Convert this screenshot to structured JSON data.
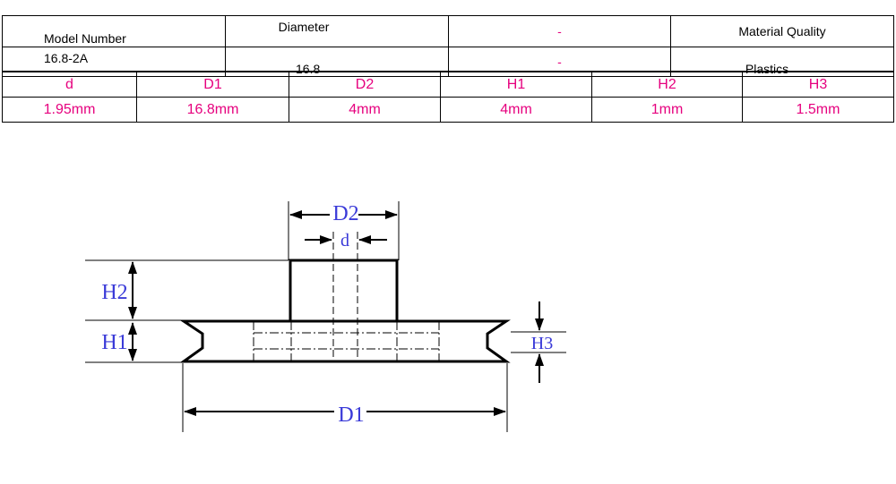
{
  "spec": {
    "model_label": "Model Number",
    "model_value": "16.8-2A",
    "diameter_label": "Diameter",
    "diameter_value": "16.8",
    "col3_label": "-",
    "col3_value": "-",
    "material_label": "Material Quality",
    "material_value": "Plastics"
  },
  "dimensions": {
    "headers": [
      "d",
      "D1",
      "D2",
      "H1",
      "H2",
      "H3"
    ],
    "values": [
      "1.95mm",
      "16.8mm",
      "4mm",
      "4mm",
      "1mm",
      "1.5mm"
    ]
  },
  "diagram_labels": {
    "d": "d",
    "D1": "D1",
    "D2": "D2",
    "H1": "H1",
    "H2": "H2",
    "H3": "H3"
  },
  "colors": {
    "value_text": "#e6007e",
    "dimension_label": "#3a3ad8",
    "outline": "#000000"
  }
}
